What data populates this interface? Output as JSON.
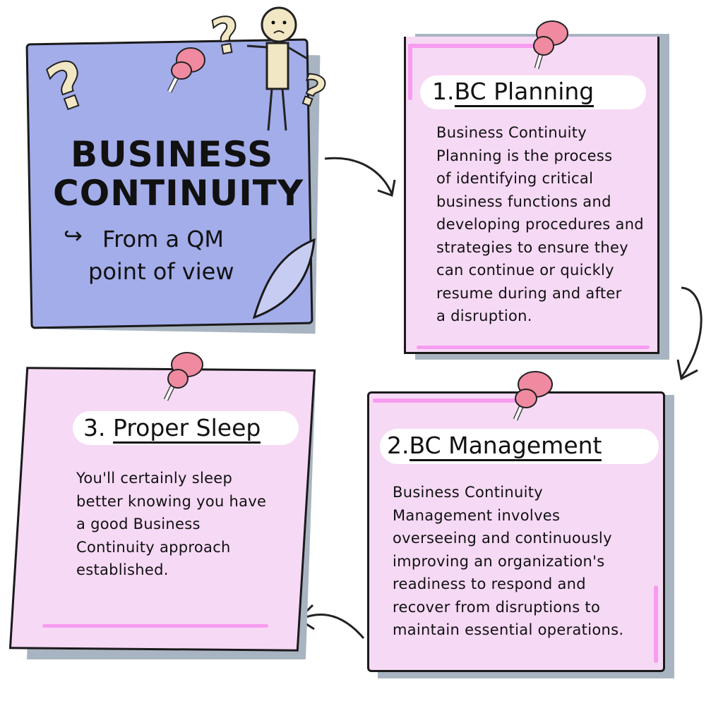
{
  "intro": {
    "title_line1": "BUSINESS",
    "title_line2": "CONTINUITY",
    "subtitle_line1": "From a QM",
    "subtitle_line2": "point of view"
  },
  "notes": [
    {
      "number": "1.",
      "title": "BC Planning",
      "lines": [
        "Business Continuity",
        "Planning is the process",
        "of identifying critical",
        "business functions and",
        "developing procedures and",
        "strategies to ensure they",
        "can continue or quickly",
        "resume during and after",
        "a disruption."
      ]
    },
    {
      "number": "2.",
      "title": "BC Management",
      "lines": [
        "Business Continuity",
        "Management involves",
        "overseeing and continuously",
        "improving an organization's",
        "readiness to respond and",
        "recover from disruptions to",
        "maintain essential operations."
      ]
    },
    {
      "number": "3.",
      "title": "Proper Sleep",
      "lines": [
        "You'll certainly sleep",
        "better knowing you have",
        "a good Business",
        "Continuity approach",
        "established."
      ]
    }
  ],
  "colors": {
    "blue_note": "#a3adea",
    "pink_note": "#f6d9f5",
    "pin": "#f08aa0",
    "shadow": "#a9b4c2"
  }
}
